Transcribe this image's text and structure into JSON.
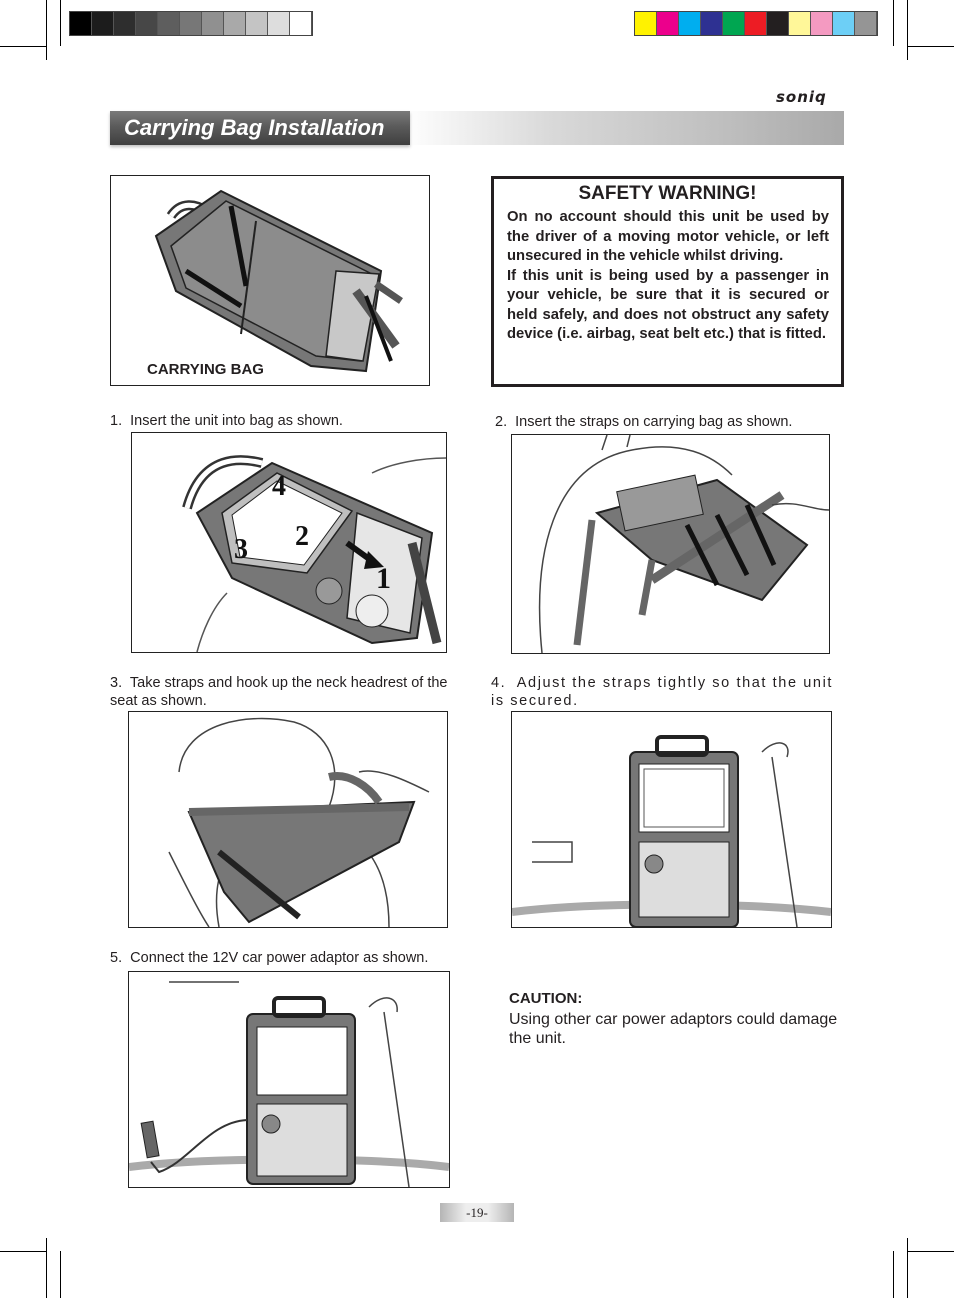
{
  "header": {
    "brand": "soniq",
    "section_title": "Carrying Bag Installation"
  },
  "colors": {
    "grayscale_bar": [
      "#000000",
      "#1c1c1c",
      "#2e2e2e",
      "#474747",
      "#5e5e5e",
      "#777777",
      "#909090",
      "#a9a9a9",
      "#c4c4c4",
      "#dddddd",
      "#ffffff"
    ],
    "color_bar": [
      "#fff200",
      "#ec008c",
      "#00aeef",
      "#2e3192",
      "#00a651",
      "#ed1c24",
      "#231f20",
      "#fff799",
      "#f49ac1",
      "#6dcff6",
      "#959595"
    ]
  },
  "figures": {
    "carrying_bag_label": "CARRYING BAG",
    "step1_callouts": [
      "4",
      "2",
      "3",
      "1"
    ]
  },
  "steps": [
    {
      "number": "1.",
      "text": "Insert the unit into bag as shown."
    },
    {
      "number": "2.",
      "text": "Insert the straps on carrying bag as shown."
    },
    {
      "number": "3.",
      "text": "Take straps and hook up the neck headrest of the seat as shown."
    },
    {
      "number": "4.",
      "text": "Adjust the straps tightly so that the unit is secured."
    },
    {
      "number": "5.",
      "text": "Connect the 12V car power adaptor as shown."
    }
  ],
  "safety_warning": {
    "title": "SAFETY WARNING!",
    "paragraph1": "On no account should this unit be used by the driver of a moving motor vehicle, or left unsecured in the vehicle whilst driving.",
    "paragraph2": "If this unit is being used by a passenger in your vehicle, be sure that it is secured or held safely, and does not obstruct any safety device (i.e. airbag, seat belt etc.) that is fitted."
  },
  "caution": {
    "title": "CAUTION:",
    "text": "Using other car power adaptors could damage the unit."
  },
  "footer": {
    "page_number": "-19-"
  }
}
